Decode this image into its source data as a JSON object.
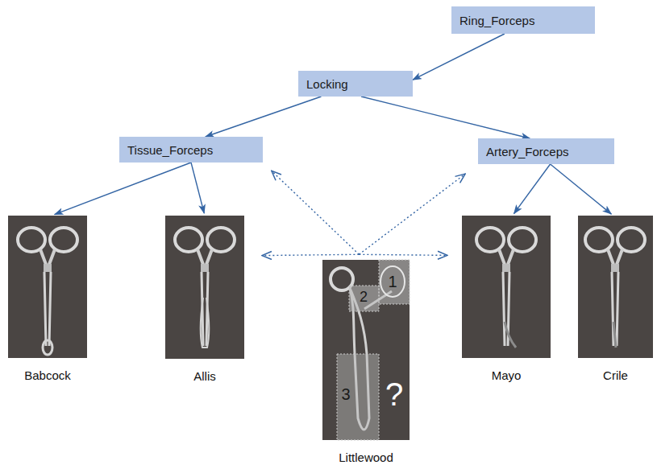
{
  "diagram": {
    "nodes": [
      {
        "text": [
          "Ring_Forceps"
        ]
      },
      {
        "text": [
          "Locking"
        ]
      },
      {
        "text": [
          "Tissue_Forceps"
        ]
      },
      {
        "text": [
          "Artery_Forceps"
        ]
      },
      {
        "text": [
          "Babcock"
        ]
      },
      {
        "text": [
          "Allis"
        ]
      },
      {
        "text": [
          "Littlewood"
        ]
      },
      {
        "text": [
          "Mayo"
        ]
      },
      {
        "text": [
          "Crile"
        ]
      }
    ],
    "edges": [
      {
        "from": 0,
        "to": 1,
        "arrow": "to"
      },
      {
        "from": 1,
        "to": 2,
        "arrow": "to"
      },
      {
        "from": 1,
        "to": 3,
        "arrow": "to"
      },
      {
        "from": 2,
        "to": 4,
        "arrow": "to"
      },
      {
        "from": 2,
        "to": 5,
        "arrow": "to"
      },
      {
        "from": 3,
        "to": 7,
        "arrow": "to"
      },
      {
        "from": 3,
        "to": 8,
        "arrow": "to"
      },
      {
        "from": 6,
        "to": 2,
        "arrow": "to"
      },
      {
        "from": 6,
        "to": 3,
        "arrow": "to"
      },
      {
        "from": 6,
        "to": 5,
        "arrow": "to"
      },
      {
        "from": 6,
        "to": 7,
        "arrow": "to"
      }
    ],
    "labels": [
      "1",
      "2",
      "3",
      "?"
    ]
  }
}
